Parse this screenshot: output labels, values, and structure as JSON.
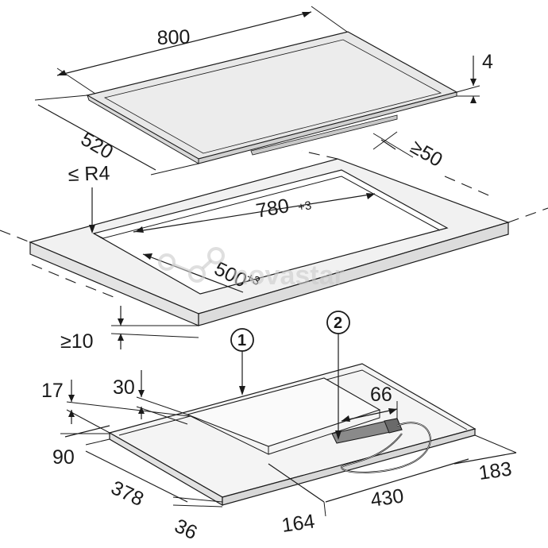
{
  "labels": {
    "width_800": "800",
    "depth_520": "520",
    "thickness_4": "4",
    "edge_50": "≥50",
    "radius": "≤ R4",
    "cutout_w": "780",
    "cutout_w_tol": "+3",
    "cutout_d": "500",
    "cutout_d_tol": "+3",
    "gap_10": "≥10",
    "callout_1": "1",
    "callout_2": "2",
    "dim_17": "17",
    "dim_30": "30",
    "dim_66": "66",
    "dim_90": "90",
    "dim_378": "378",
    "dim_36": "36",
    "dim_164": "164",
    "dim_430": "430",
    "dim_183": "183"
  },
  "watermark": "novastar",
  "colors": {
    "glass_top": "#e8e8e8",
    "worktop": "#f1f1f1",
    "worktop_side": "#dcdcdc",
    "housing": "#efefef",
    "connector": "#8a8a8a",
    "line": "#1a1a1a"
  }
}
